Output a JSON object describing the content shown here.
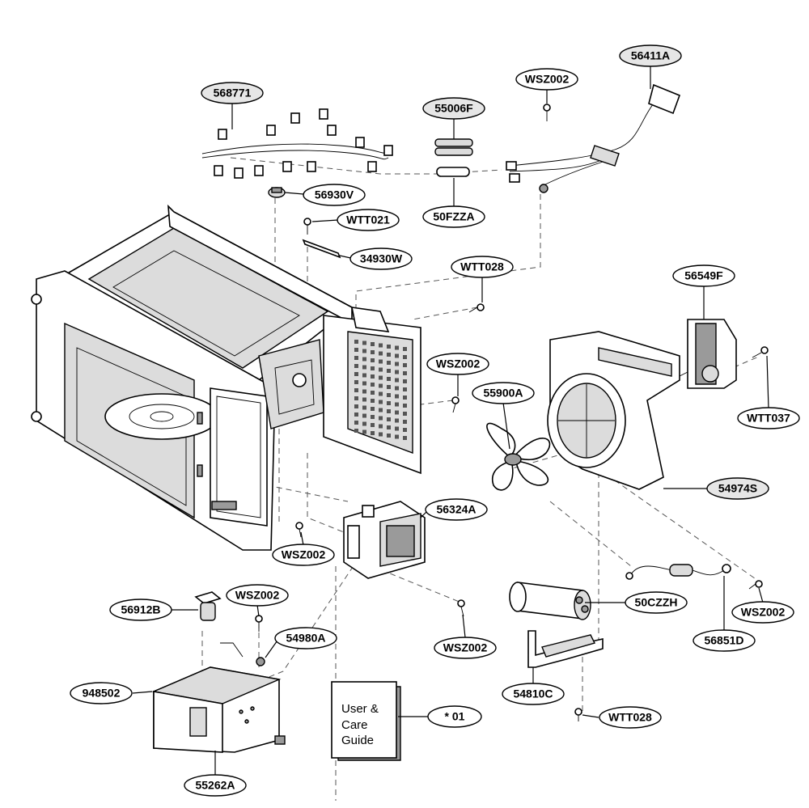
{
  "labels": {
    "harness": "568771",
    "plug_cord": "56411A",
    "screw_cord": "WSZ002",
    "fuse_holder": "55006F",
    "fuse": "50FZZA",
    "thermostat": "56930V",
    "screw_thermo": "WTT021",
    "bracket_thermo": "34930W",
    "screw_back": "WTT028",
    "motor": "56549F",
    "screw_motor": "WTT037",
    "screw_mid": "WSZ002",
    "fan_blade": "55900A",
    "fan_duct": "54974S",
    "magnetron": "56324A",
    "screw_mag": "WSZ002",
    "screw_lower": "WSZ002",
    "capacitor": "50CZZH",
    "screw_right": "WSZ002",
    "diode": "56851D",
    "cap_bracket": "54810C",
    "screw_bracket": "WTT028",
    "lamp_socket": "56912B",
    "screw_lamp": "WSZ002",
    "lamp_spring": "54980A",
    "control_panel": "948502",
    "panel_cover": "55262A",
    "manual": "* 01"
  },
  "manual_text": {
    "line1": "User &",
    "line2": "Care",
    "line3": "Guide"
  }
}
